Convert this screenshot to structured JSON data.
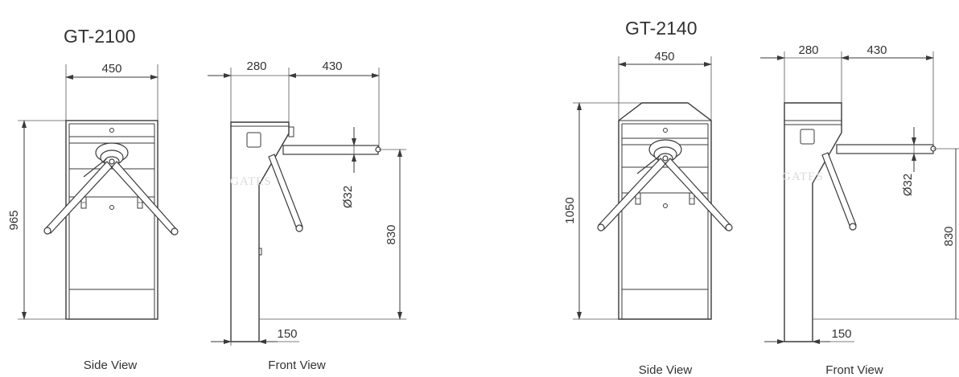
{
  "models": [
    {
      "title": "GT-2100",
      "side_view_label": "Side View",
      "front_view_label": "Front View",
      "dims": {
        "width": "450",
        "height": "965",
        "depth_top": "280",
        "arm_reach": "430",
        "arm_diameter": "Ø32",
        "arm_height": "830",
        "base_depth": "150"
      }
    },
    {
      "title": "GT-2140",
      "side_view_label": "Side View",
      "front_view_label": "Front View",
      "dims": {
        "width": "450",
        "height": "1050",
        "depth_top": "280",
        "arm_reach": "430",
        "arm_diameter": "Ø32",
        "arm_height": "830",
        "base_depth": "150"
      }
    }
  ],
  "watermark": "GATES"
}
